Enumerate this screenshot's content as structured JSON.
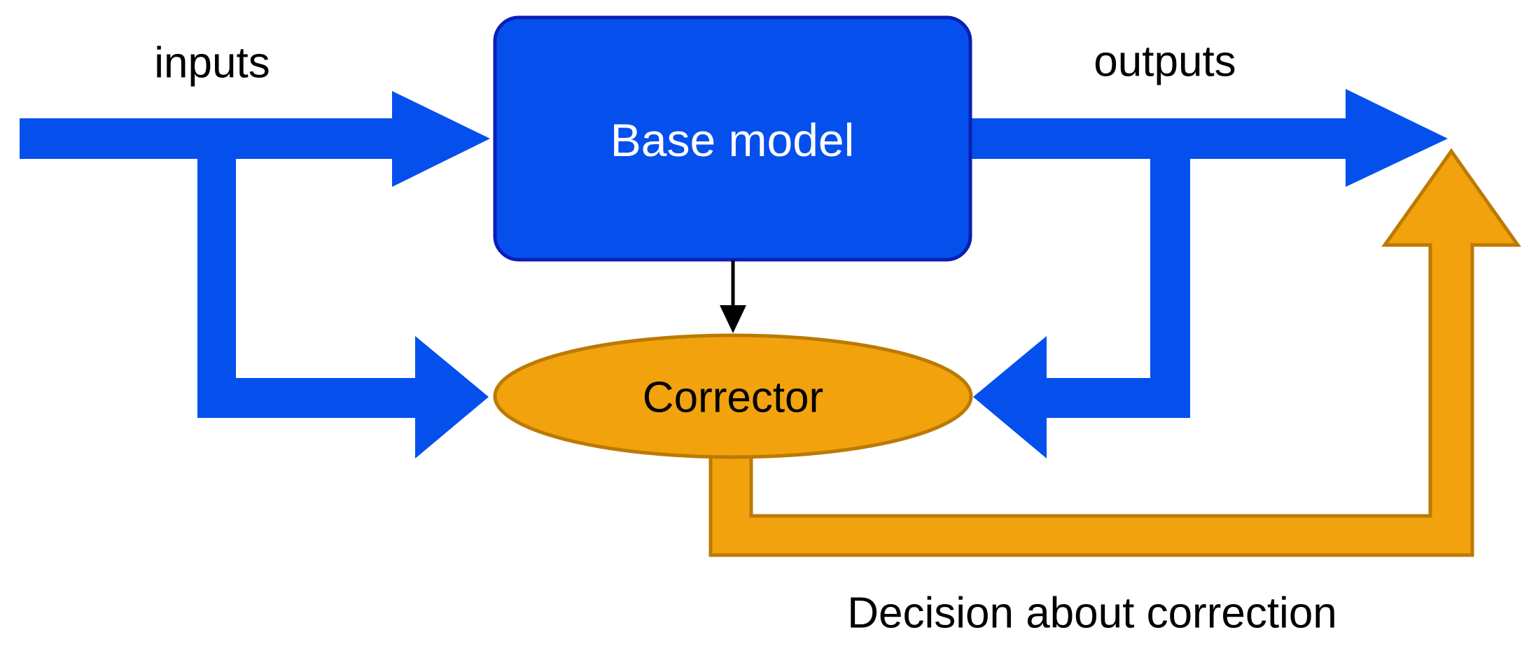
{
  "diagram": {
    "background": "#FFFFFF",
    "colors": {
      "flow_blue": "#0550EC",
      "box_stroke_blue": "#0A1FB5",
      "orange_fill": "#F2A20D",
      "orange_stroke": "#BB7A04",
      "arrow_black": "#000000",
      "label_black": "#000000",
      "label_white": "#FFFFFF"
    },
    "nodes": {
      "base_model": {
        "label": "Base model",
        "shape": "rounded-rectangle",
        "fill": "#0550EC",
        "stroke": "#0A1FB5",
        "text_color": "#FFFFFF"
      },
      "corrector": {
        "label": "Corrector",
        "shape": "ellipse",
        "fill": "#F2A20D",
        "stroke": "#BB7A04",
        "text_color": "#000000"
      }
    },
    "labels": {
      "inputs": "inputs",
      "outputs": "outputs",
      "decision": "Decision about correction"
    },
    "edges": [
      {
        "name": "inputs-to-base-model",
        "style": "thick-blue-arrow",
        "from": "inputs",
        "to": "base_model"
      },
      {
        "name": "inputs-to-corrector",
        "style": "thick-blue-arrow",
        "from": "inputs",
        "to": "corrector"
      },
      {
        "name": "base-model-to-outputs",
        "style": "thick-blue-arrow",
        "from": "base_model",
        "to": "outputs"
      },
      {
        "name": "outputs-to-corrector",
        "style": "thick-blue-arrow",
        "from": "outputs",
        "to": "corrector"
      },
      {
        "name": "base-model-to-corrector",
        "style": "thin-black-arrow",
        "from": "base_model",
        "to": "corrector"
      },
      {
        "name": "corrector-to-outputs-feedback",
        "style": "thick-orange-arrow",
        "from": "corrector",
        "to": "outputs",
        "label": "Decision about correction"
      }
    ]
  }
}
